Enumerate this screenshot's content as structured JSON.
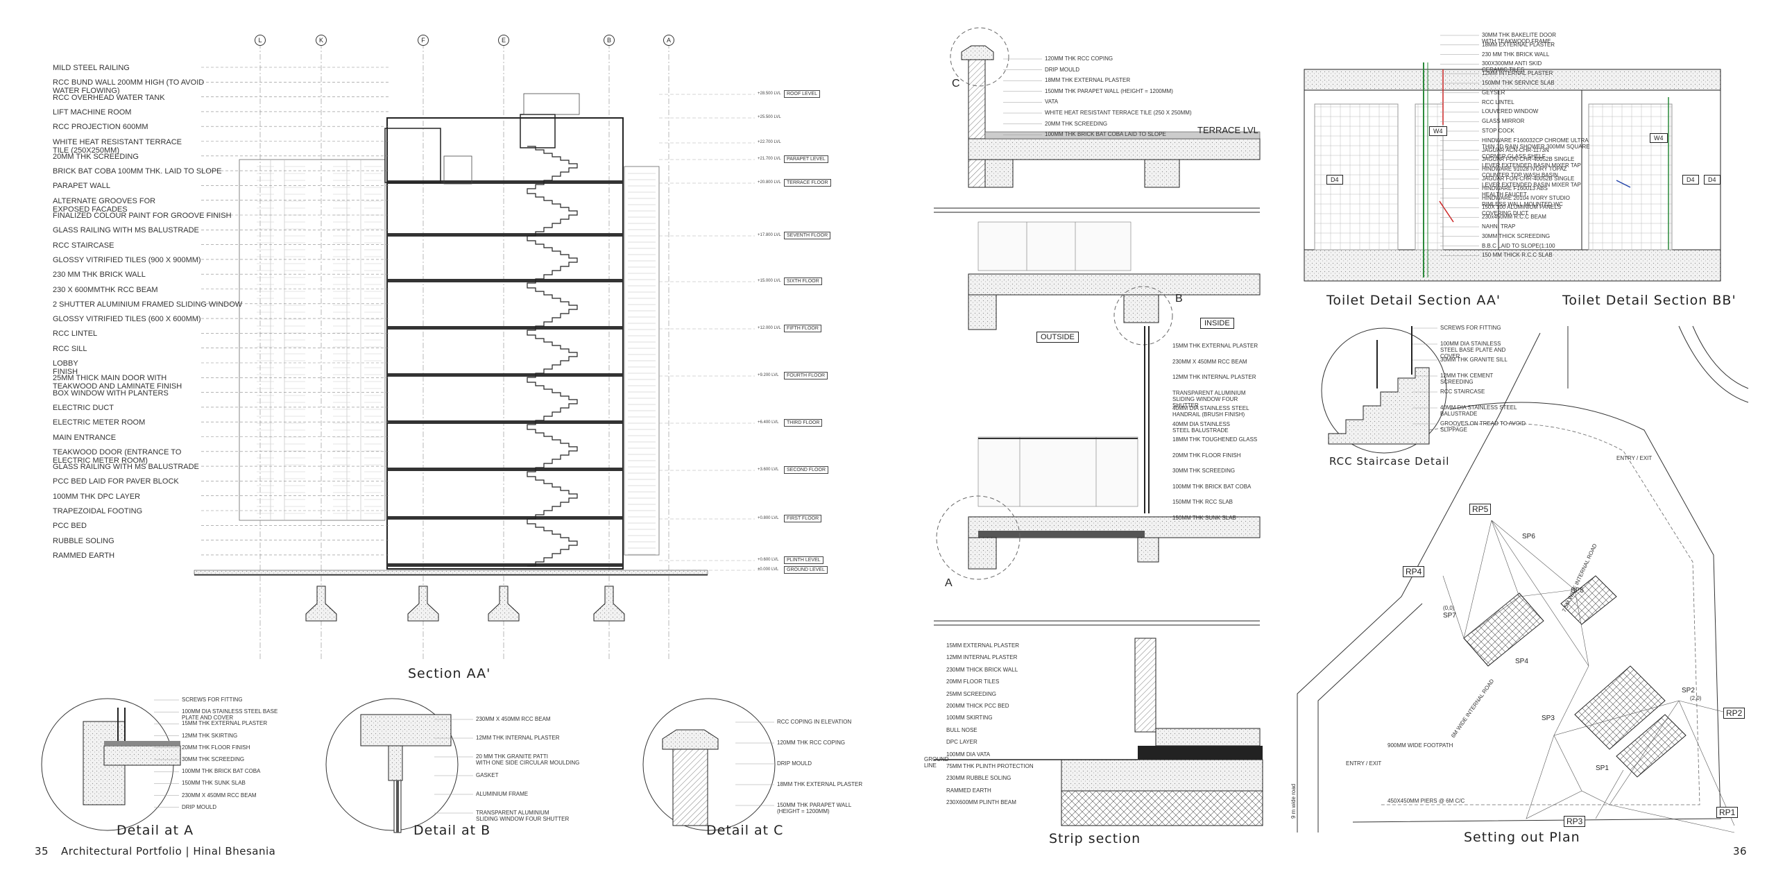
{
  "footer": {
    "left_page": "35",
    "left_text": "Architectural Portfolio | Hinal Bhesania",
    "right_page": "36"
  },
  "titles": {
    "section_aa": "Section AA'",
    "detail_a": "Detail at A",
    "detail_b": "Detail at B",
    "detail_c": "Detail at C",
    "strip_section": "Strip section",
    "toilet_aa": "Toilet Detail Section AA'",
    "toilet_bb": "Toilet Detail Section BB'",
    "rcc_stair": "RCC Staircase Detail",
    "setting_out": "Setting out Plan"
  },
  "grid_labels": [
    "L",
    "K",
    "F",
    "E",
    "B",
    "A"
  ],
  "section_notes": [
    "MILD STEEL RAILING",
    "RCC BUND WALL 200MM HIGH (TO AVOID\nWATER FLOWING)",
    "RCC OVERHEAD WATER TANK",
    "LIFT MACHINE ROOM",
    "RCC PROJECTION 600MM",
    "WHITE HEAT RESISTANT TERRACE\nTILE (250X250MM)",
    "20MM THK SCREEDING",
    "BRICK BAT COBA 100MM THK. LAID TO SLOPE",
    "PARAPET WALL",
    "ALTERNATE GROOVES FOR\nEXPOSED FACADES",
    "FINALIZED COLOUR PAINT FOR GROOVE FINISH",
    "GLASS RAILING WITH MS BALUSTRADE",
    "RCC STAIRCASE",
    "GLOSSY VITRIFIED TILES (900 X 900MM)",
    "230 MM THK BRICK WALL",
    "230 X 600MMTHK RCC BEAM",
    "2 SHUTTER ALUMINIUM FRAMED SLIDING WINDOW",
    "GLOSSY VITRIFIED TILES (600 X 600MM)",
    "RCC LINTEL",
    "RCC SILL",
    "LOBBY\nFINISH",
    "25MM THICK MAIN DOOR WITH\nTEAKWOOD AND LAMINATE FINISH",
    "BOX WINDOW WITH PLANTERS",
    "ELECTRIC DUCT",
    "ELECTRIC METER ROOM",
    "MAIN ENTRANCE",
    "TEAKWOOD DOOR (ENTRANCE TO\nELECTRIC METER ROOM)",
    "GLASS RAILING WITH MS BALUSTRADE",
    "PCC BED LAID FOR PAVER BLOCK",
    "100MM THK DPC LAYER",
    "TRAPEZOIDAL FOOTING",
    "PCC BED",
    "RUBBLE SOLING",
    "RAMMED EARTH"
  ],
  "levels": [
    {
      "name": "ROOF LEVEL",
      "val": "+28.500 LVL"
    },
    {
      "name": "",
      "val": "+25.500 LVL"
    },
    {
      "name": "",
      "val": "+22.700 LVL"
    },
    {
      "name": "PARAPET LEVEL",
      "val": "+21.700 LVL"
    },
    {
      "name": "TERRACE FLOOR",
      "val": "+20.800 LVL"
    },
    {
      "name": "SEVENTH FLOOR",
      "val": "+17.800 LVL"
    },
    {
      "name": "SIXTH FLOOR",
      "val": "+15.000 LVL"
    },
    {
      "name": "FIFTH FLOOR",
      "val": "+12.000 LVL"
    },
    {
      "name": "FOURTH FLOOR",
      "val": "+9.200 LVL"
    },
    {
      "name": "THIRD FLOOR",
      "val": "+6.400 LVL"
    },
    {
      "name": "SECOND FLOOR",
      "val": "+3.600 LVL"
    },
    {
      "name": "FIRST FLOOR",
      "val": "+0.800 LVL"
    },
    {
      "name": "PLINTH LEVEL",
      "val": "+0.600 LVL"
    },
    {
      "name": "GROUND LEVEL",
      "val": "±0.000 LVL"
    }
  ],
  "detail_a_notes": [
    "SCREWS FOR FITTING",
    "100MM DIA STAINLESS STEEL BASE\nPLATE AND COVER",
    "15MM THK EXTERNAL PLASTER",
    "12MM THK SKIRTING",
    "20MM THK FLOOR FINISH",
    "30MM THK SCREEDING",
    "100MM THK BRICK BAT COBA",
    "150MM THK SUNK SLAB",
    "230MM X 450MM RCC BEAM",
    "DRIP MOULD"
  ],
  "detail_b_notes": [
    "230MM X 450MM RCC BEAM",
    "12MM THK INTERNAL PLASTER",
    "20 MM THK GRANITE PATTI\nWITH ONE SIDE CIRCULAR MOULDING",
    "GASKET",
    "ALUMINIUM FRAME",
    "TRANSPARENT ALUMINIUM\nSLIDING WINDOW FOUR SHUTTER"
  ],
  "detail_c_notes": [
    "RCC COPING IN ELEVATION",
    "120MM THK RCC COPING",
    "DRIP MOULD",
    "18MM THK EXTERNAL PLASTER",
    "150MM THK PARAPET WALL\n(HEIGHT = 1200MM)"
  ],
  "strip_top_notes": [
    "120MM THK RCC COPING",
    "DRIP MOULD",
    "18MM THK EXTERNAL PLASTER",
    "150MM THK PARAPET WALL (HEIGHT = 1200MM)",
    "VATA",
    "WHITE HEAT RESISTANT TERRACE TILE (250 X 250MM)",
    "20MM THK SCREEDING",
    "100MM THK BRICK BAT COBA LAID TO SLOPE"
  ],
  "strip_mid_notes": [
    "15MM THK EXTERNAL PLASTER",
    "230MM X 450MM RCC BEAM",
    "12MM THK INTERNAL PLASTER",
    "TRANSPARENT ALUMINIUM\nSLIDING WINDOW FOUR\nSHUTTER",
    "40MM DIA STAINLESS STEEL\nHANDRAIL (BRUSH FINISH)",
    "40MM DIA STAINLESS\nSTEEL BALUSTRADE",
    "18MM THK TOUGHENED GLASS",
    "20MM THK FLOOR FINISH",
    "30MM THK SCREEDING",
    "100MM THK BRICK BAT COBA",
    "150MM THK RCC SLAB",
    "150MM THK SUNK SLAB"
  ],
  "strip_bottom_notes": [
    "15MM EXTERNAL PLASTER",
    "12MM INTERNAL PLASTER",
    "230MM THICK BRICK WALL",
    "20MM FLOOR TILES",
    "25MM SCREEDING",
    "200MM THICK PCC BED",
    "100MM SKIRTING",
    "BULL NOSE",
    "DPC LAYER",
    "100MM DIA VATA",
    "75MM THK PLINTH PROTECTION",
    "230MM RUBBLE SOLING",
    "RAMMED EARTH",
    "230X600MM PLINTH BEAM"
  ],
  "strip_labels": {
    "terrace": "TERRACE LVL",
    "outside": "OUTSIDE",
    "inside": "INSIDE",
    "a": "A",
    "b": "B",
    "c": "C",
    "ground_line": "GROUND\nLINE"
  },
  "toilet_notes": [
    "30MM THK BAKELITE DOOR\nWITH TEAKWOOD FRAME",
    "18MM EXTERNAL PLASTER",
    "230 MM THK BRICK WALL",
    "300X300MM ANTI SKID\nCERAMIC TILES",
    "12MM INTERNAL PLASTER",
    "150MM THK SERVICE SLAB",
    "GEYSER",
    "RCC LINTEL",
    "LOUVERED WINDOW",
    "GLASS MIRROR",
    "STOP COCK",
    "HINDWARE F160032CP CHROME ULTRA\nTHIN 3D RAIN SHOWER 300MM SQUARE",
    "JAGUAR ACN-CHR-1173N\nCORNER GLASS SHELF",
    "JAGUAR FON-CHR-40052B SINGLE\nLEVER EXTENDED BASIN MIXER TAP",
    "HINDWARE 91028 IVORY TOPAZ\nCOUNTER TOP WASH BASIN",
    "JAGUAR FON-CHR-40052B SINGLE\nLEVER EXTENDED BASIN MIXER TAP",
    "HINDWARE F160013 ABS\nHEALTH FAUCET",
    "HINDWARE 20104 IVORY STUDIO\nRIMLESS WALL MOUNTED WC",
    "150X 100 ALUMINIUM PANELS\nCOVERING DUCT",
    "230x450MM R.C.C BEAM",
    "NAHNI TRAP",
    "30MM THICK SCREEDING",
    "B.B.C LAID TO SLOPE(1:100",
    "150 MM THICK R.C.C SLAB"
  ],
  "toilet_tags": {
    "d4a": "D4",
    "w4": "W4",
    "d4b": "D4",
    "d4c": "D4",
    "w4b": "W4"
  },
  "stair_notes": [
    "SCREWS FOR FITTING",
    "100MM DIA STAINLESS\nSTEEL BASE PLATE AND\nCOVER",
    "30MM THK GRANITE SILL",
    "12MM THK CEMENT\nSCREEDING",
    "RCC STAIRCASE",
    "40MM DIA STAINLESS STEEL\nBALUSTRADE",
    "GROOVES ON TREAD TO AVOID\nSLIPPAGE"
  ],
  "plan_labels": {
    "rp1": "RP1",
    "rp2": "RP2",
    "rp3": "RP3",
    "rp4": "RP4",
    "rp5": "RP5",
    "sp1": "SP1",
    "sp2": "SP2",
    "sp3": "SP3",
    "sp4": "SP4",
    "sp5": "SP5",
    "sp6": "SP6",
    "sp7": "SP7",
    "entry_top": "ENTRY / EXIT",
    "entry_left": "ENTRY / EXIT",
    "road_long": "7.5M WIDE INTERNAL ROAD",
    "road_short": "6M WIDE INTERNAL ROAD",
    "footpath": "900MM WIDE FOOTPATH",
    "piers": "450X450MM PIERS @ 6M C/C",
    "origin": "(0,0)",
    "sp2_coord": "(2,0)",
    "road9": "9 m wide road"
  }
}
